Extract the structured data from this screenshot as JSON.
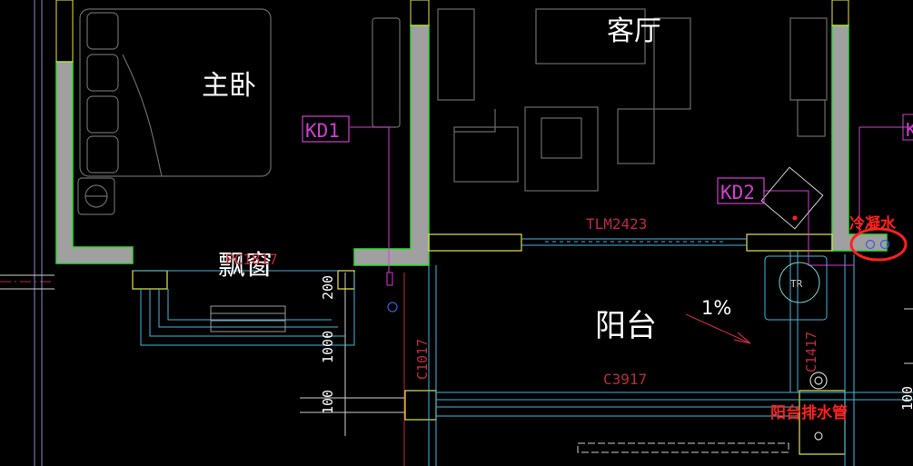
{
  "rooms": {
    "master_bedroom": "主卧",
    "living_room": "客厅",
    "bay_window": "飘窗",
    "balcony": "阳台"
  },
  "tags": {
    "kd1": "KD1",
    "kd2": "KD2",
    "kd3": "K"
  },
  "openings": {
    "pc1817": "PC1817",
    "tlm2423": "TLM2423",
    "c3917": "C3917",
    "c1017": "C1017",
    "c1417": "C1417"
  },
  "dimensions": {
    "d200": "200",
    "d1000": "1000",
    "d100": "100",
    "right_dim": "100"
  },
  "slope": "1%",
  "equipment": {
    "tr": "TR"
  },
  "annotations": {
    "condensate": "冷凝水",
    "balcony_drain": "阳台排水管"
  },
  "colors": {
    "background": "#000000",
    "wall_fill": "#a0a0a0",
    "wall_outline": "#35d835",
    "window_yellow": "#e6e64a",
    "pipe_cyan": "#3fb6e0",
    "furniture_gray": "#6a6a6a",
    "tag_magenta": "#d23cd2",
    "label_red": "#c0283c",
    "annotation_red": "#ff2020"
  }
}
